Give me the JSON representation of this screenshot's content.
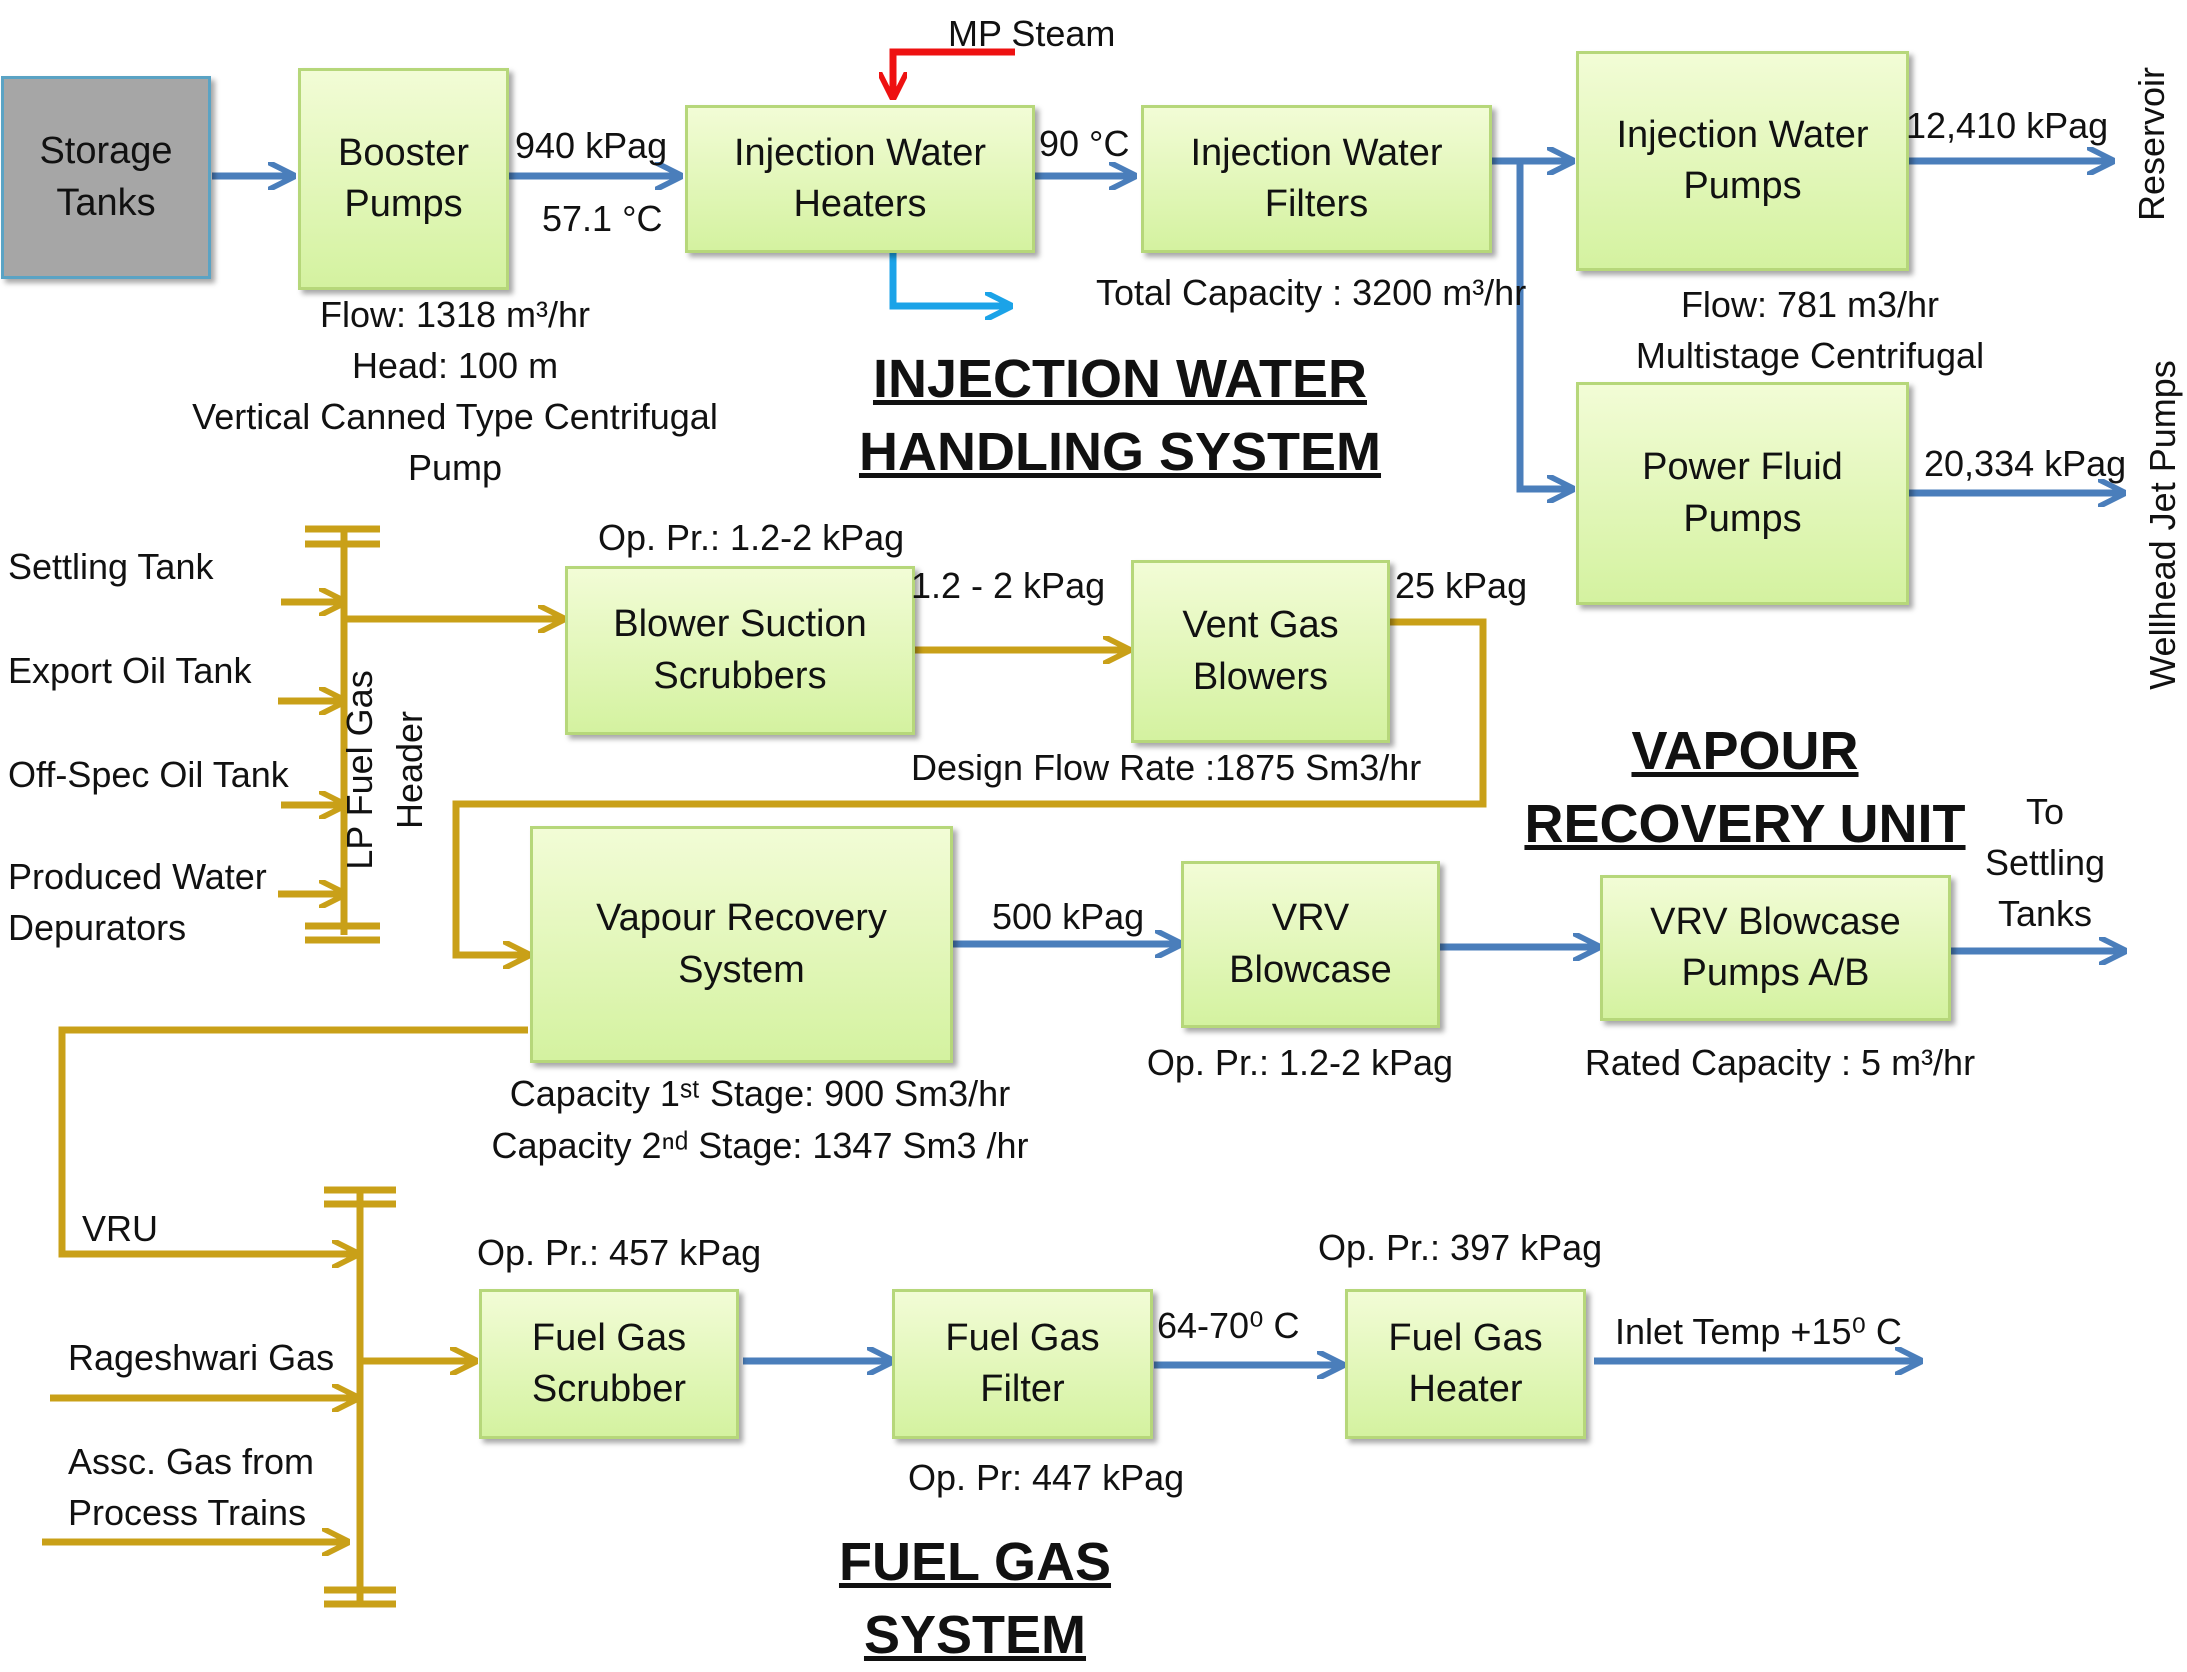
{
  "boxes": {
    "storage_tanks": "Storage\nTanks",
    "booster_pumps": "Booster\nPumps",
    "inj_heaters": "Injection Water\nHeaters",
    "inj_filters": "Injection Water\nFilters",
    "inj_pumps": "Injection Water\nPumps",
    "power_fluid_pumps": "Power Fluid\nPumps",
    "blower_suction_scrubbers": "Blower Suction\nScrubbers",
    "vent_gas_blowers": "Vent Gas\nBlowers",
    "vapour_recovery_system": "Vapour Recovery\nSystem",
    "vrv_blowcase": "VRV\nBlowcase",
    "vrv_blowcase_pumps": "VRV Blowcase\nPumps A/B",
    "fuel_gas_scrubber": "Fuel Gas\nScrubber",
    "fuel_gas_filter": "Fuel Gas\nFilter",
    "fuel_gas_heater": "Fuel Gas\nHeater"
  },
  "labels": {
    "mp_steam": "MP Steam",
    "p_940": "940 kPag",
    "t_571": "57.1 °C",
    "t_90": "90 °C",
    "p_12410": "12,410 kPag",
    "p_20334": "20,334 kPag",
    "booster_specs": "Flow: 1318 m³/hr\nHead: 100 m\nVertical Canned Type Centrifugal\nPump",
    "total_capacity": "Total Capacity : 3200 m³/hr",
    "inj_pump_specs": "Flow: 781 m3/hr\nMultistage Centrifugal",
    "reservoir": "Reservoir",
    "wellhead": "Wellhead Jet Pumps",
    "settling_tank": "Settling Tank",
    "export_oil_tank": "Export Oil Tank",
    "offspec_oil_tank": "Off-Spec Oil Tank",
    "produced_water": "Produced Water\nDepurators",
    "lp_fuel_gas_header": "LP Fuel Gas\nHeader",
    "bss_op": "Op. Pr.: 1.2-2 kPag",
    "p_12_2": "1.2 - 2 kPag",
    "p_25": "25 kPag",
    "design_flow": "Design Flow Rate :1875 Sm3/hr",
    "p_500": "500 kPag",
    "vrv_op": "Op. Pr.: 1.2-2 kPag",
    "rated_capacity": "Rated Capacity : 5 m³/hr",
    "to_settling": "To\nSettling\nTanks",
    "cap_1": "Capacity 1ˢᵗ Stage: 900 Sm3/hr",
    "cap_2": "Capacity 2ⁿᵈ Stage: 1347 Sm3 /hr",
    "vru": "VRU",
    "rageshwari": "Rageshwari Gas",
    "assc_gas": "Assc. Gas from\nProcess Trains",
    "fgs_op": "Op. Pr.: 457 kPag",
    "fgf_op": "Op. Pr: 447 kPag",
    "fgh_op": "Op. Pr.: 397 kPag",
    "t_64_70": "64-70⁰ C",
    "inlet_temp": "Inlet Temp +15⁰ C"
  },
  "headings": {
    "injection": "INJECTION WATER\nHANDLING SYSTEM",
    "vapour": "VAPOUR\nRECOVERY UNIT",
    "fuel_gas": "FUEL GAS SYSTEM"
  },
  "colors": {
    "water_line": "#4a7ebb",
    "gas_line": "#c9a018",
    "steam_line": "#ee1111",
    "bypass_line": "#1ba3e8"
  }
}
